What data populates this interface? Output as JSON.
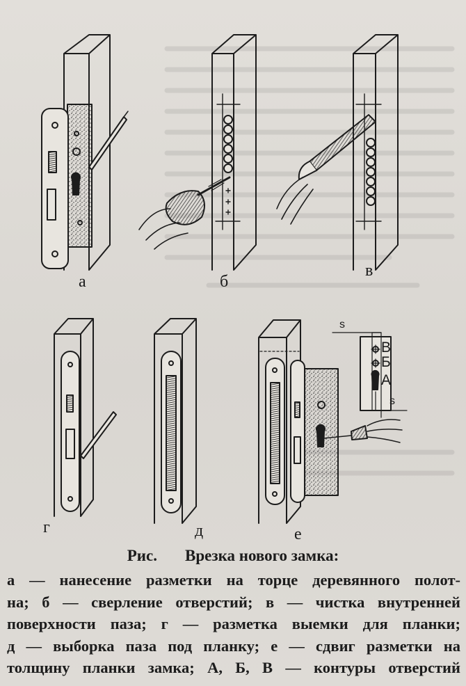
{
  "figure": {
    "labels": {
      "a": "а",
      "b": "б",
      "v": "в",
      "g": "г",
      "d": "д",
      "e": "е"
    },
    "marks": {
      "s_top": "s",
      "s_bottom": "s",
      "hole_v": "В",
      "hole_b": "Б",
      "hole_a": "А"
    }
  },
  "caption": {
    "prefix": "Рис.",
    "title": "Врезка нового замка:",
    "lines": [
      "а — нанесение разметки на торце деревянного полот-",
      "на; б — сверление отверстий; в — чистка внутренней",
      "поверхности паза; г — разметка выемки для планки;",
      "д — выборка паза под планку; е — сдвиг разметки на",
      "толщину планки замка; А, Б, В — контуры отверстий"
    ]
  }
}
